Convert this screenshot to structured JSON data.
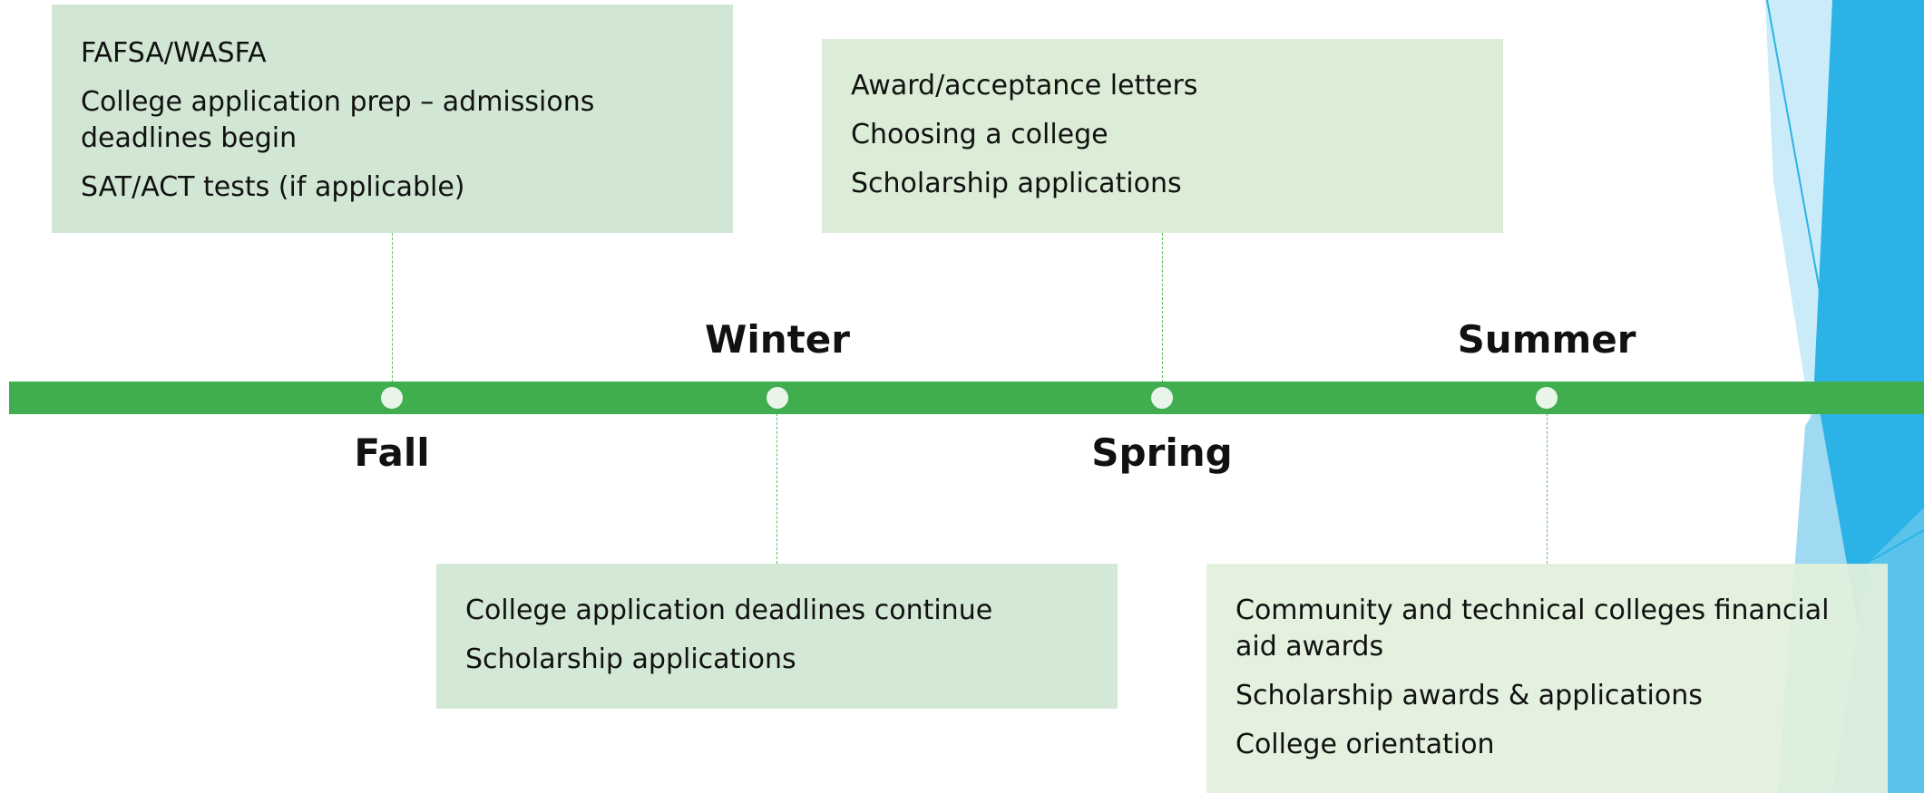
{
  "colors": {
    "timeline": "#40ad4f",
    "node": "#eaf5ea",
    "connector": "#62b962",
    "box_fall": "#d1e7d4",
    "box_winter": "#d4e9d5",
    "box_spring": "#dbedd6",
    "box_summer": "#e2f0dc",
    "accent_blue": "#2bb2e6",
    "accent_light_blue": "#9fd9f2",
    "accent_pale_blue": "#c9ecf8"
  },
  "seasons": {
    "fall": "Fall",
    "winter": "Winter",
    "spring": "Spring",
    "summer": "Summer"
  },
  "boxes": {
    "fall": {
      "lines": [
        "FAFSA/WASFA",
        "College application prep – admissions deadlines begin",
        "SAT/ACT tests (if applicable)"
      ]
    },
    "winter": {
      "lines": [
        "College application deadlines continue",
        "Scholarship applications"
      ]
    },
    "spring": {
      "lines": [
        "Award/acceptance letters",
        "Choosing a college",
        "Scholarship applications"
      ]
    },
    "summer": {
      "lines": [
        "Community and technical colleges financial aid awards",
        "Scholarship awards & applications",
        "College orientation"
      ]
    }
  }
}
